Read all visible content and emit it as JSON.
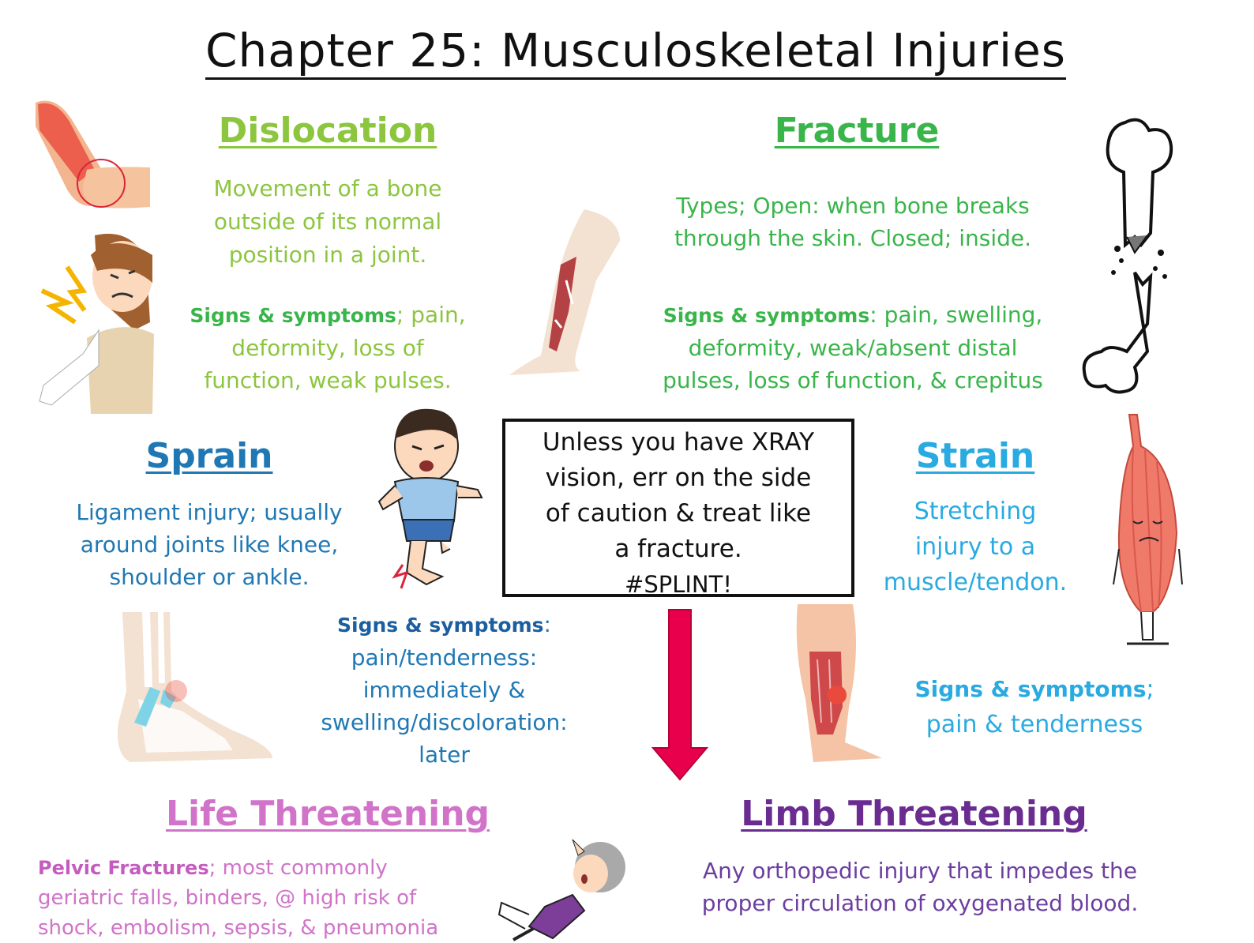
{
  "title": "Chapter 25: Musculoskeletal Injuries",
  "dislocation": {
    "heading": "Dislocation",
    "definition": [
      "Movement of a bone",
      "outside of its normal",
      "position in a joint."
    ],
    "signs_label": "Signs & symptoms",
    "signs_lines": [
      "; pain,",
      "deformity, loss of",
      "function, weak pulses."
    ]
  },
  "fracture": {
    "heading": "Fracture",
    "definition": [
      "Types; Open: when bone breaks",
      "through the skin. Closed; inside."
    ],
    "signs_label": "Signs & symptoms",
    "signs_lines": [
      ": pain, swelling,",
      "deformity, weak/absent distal",
      "pulses, loss of function, & crepitus"
    ]
  },
  "sprain": {
    "heading": "Sprain",
    "definition": [
      "Ligament injury; usually",
      "around joints like knee,",
      "shoulder or ankle."
    ],
    "signs_label": "Signs & symptoms",
    "signs_lines": [
      ":",
      "pain/tenderness:",
      "immediately &",
      "swelling/discoloration:",
      "later"
    ]
  },
  "strain": {
    "heading": "Strain",
    "definition": [
      "Stretching",
      "injury to a",
      "muscle/tendon."
    ],
    "signs_label": "Signs & symptoms",
    "signs_lines": [
      ";",
      "pain & tenderness"
    ]
  },
  "callout": {
    "lines": [
      "Unless you have XRAY",
      "vision, err on the side",
      "of caution & treat like",
      "a fracture.",
      "#SPLINT!"
    ]
  },
  "life_threatening": {
    "heading": "Life Threatening",
    "label": "Pelvic Fractures",
    "lines": [
      "; most commonly",
      "geriatric falls, binders, @ high risk of",
      "shock, embolism, sepsis, & pneumonia"
    ]
  },
  "limb_threatening": {
    "heading": "Limb Threatening",
    "lines": [
      "Any orthopedic injury that impedes the",
      "proper circulation of oxygenated blood."
    ]
  },
  "colors": {
    "dislocation": "#8cc63f",
    "fracture": "#39b54a",
    "sprain": "#1f78b4",
    "strain": "#29aae1",
    "life": "#d173c9",
    "limb": "#6a2c91",
    "arrow": "#e8004c"
  },
  "icons": [
    "elbow-dislocation-icon",
    "shoulder-pain-woman-icon",
    "fractured-leg-icon",
    "broken-bone-icon",
    "running-boy-icon",
    "ankle-sprain-icon",
    "sad-muscle-icon",
    "calf-strain-icon",
    "falling-elder-icon",
    "down-arrow-icon"
  ]
}
